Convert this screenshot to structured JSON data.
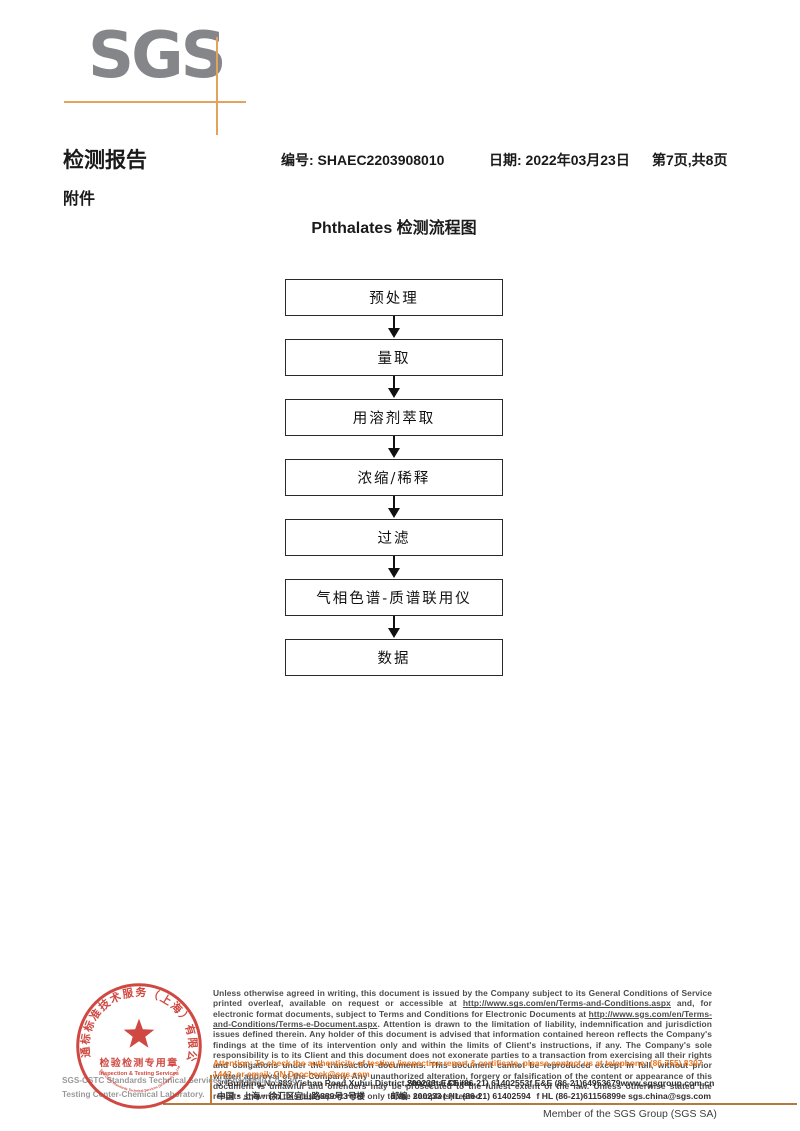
{
  "logo": {
    "text": "SGS"
  },
  "header": {
    "title": "检测报告",
    "report_no": "编号: SHAEC2203908010",
    "date": "日期: 2022年03月23日",
    "page_info": "第7页,共8页",
    "attachment": "附件"
  },
  "flowchart": {
    "title": "Phthalates 检测流程图",
    "steps": [
      "预处理",
      "量取",
      "用溶剂萃取",
      "浓缩/稀释",
      "过滤",
      "气相色谱-质谱联用仪",
      "数据"
    ]
  },
  "stamp": {
    "ring_text_cn": "通标标准技术服务（上海）有限公司",
    "ring_text_en": "SGS-CSTC Standards Technical Services (Shanghai) Co.,Ltd.",
    "seal_title": "检验检测专用章",
    "seal_subtitle": "Inspection & Testing Services",
    "company_line1": "SGS-CSTC Standards Technical Services (Shanghai) Co.,Ltd.",
    "company_line2": "Testing Center-Chemical Laboratory."
  },
  "footer": {
    "disclaimer_part1": "Unless otherwise agreed in writing, this document is issued by the Company subject to its General Conditions of Service printed overleaf, available on request or accessible at ",
    "disclaimer_link1": "http://www.sgs.com/en/Terms-and-Conditions.aspx",
    "disclaimer_part2": " and, for electronic format documents, subject to Terms and Conditions for Electronic Documents at ",
    "disclaimer_link2": "http://www.sgs.com/en/Terms-and-Conditions/Terms-e-Document.aspx",
    "disclaimer_part3": ". Attention is drawn to the limitation of liability, indemnification and jurisdiction issues defined therein. Any holder of this document is advised that information contained hereon reflects the Company's findings at the time of its intervention only and within the limits of Client's instructions, if any. The Company's sole responsibility is to its Client and this document does not exonerate parties to a transaction from exercising all their rights and obligations under the transaction documents. This document cannot be reproduced except in full, without prior written approval of the Company. Any unauthorized alteration, forgery or falsification of the content or appearance of this document is unlawful and offenders may be prosecuted to the fullest extent of the law. Unless otherwise stated the results shown in this test report refer only to the sample(s) tested .",
    "attention": "Attention: To check the authenticity of testing /inspection report & certificate, please contact us at telephone: (86-755) 8307 1443, or email: CN.Doccheck@sgs.com",
    "address_en": "3ʳᵈBuilding,No.889 Yishan Road Xuhui District,Shanghai China",
    "postcode_en": "200233",
    "address_cn": "中国・上海・徐汇区宜山路889号3号楼",
    "postcode_cn": "邮编: 200233",
    "tel1": "t E&E (86-21) 61402553",
    "fax1": "f E&E (86-21)64953679",
    "web": "www.sgsgroup.com.cn",
    "tel2": "t HL (86-21) 61402594",
    "fax2": "f HL (86-21)61156899",
    "email": "e  sgs.china@sgs.com",
    "member": "Member of the SGS Group (SGS SA)"
  },
  "colors": {
    "logo_gray": "#85868a",
    "accent_orange": "#e2a35c",
    "attention_orange": "#e87722",
    "footer_line_brown": "#b5793f",
    "stamp_red": "#cc3a32"
  }
}
